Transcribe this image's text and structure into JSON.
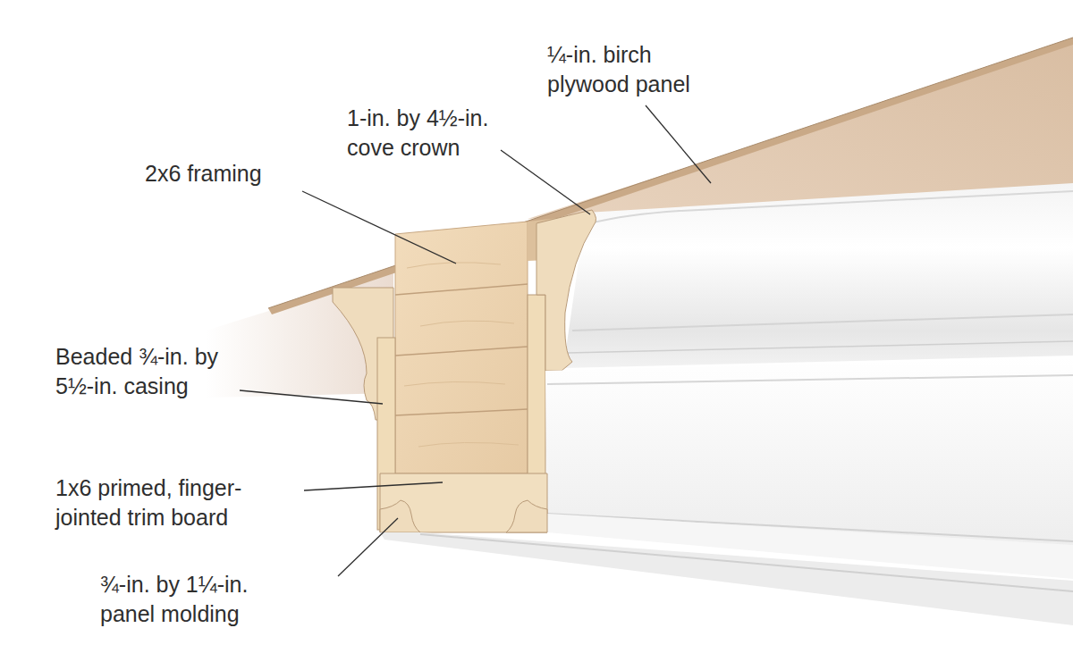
{
  "diagram": {
    "labels": [
      "¼-in. birch plywood panel",
      "1-in. by 4½-in. cove crown",
      "2x6 framing",
      "Beaded ¾-in. by 5½-in. casing",
      "1x6 primed, finger-jointed trim board",
      "¾-in. by 1¼-in. panel molding"
    ]
  }
}
